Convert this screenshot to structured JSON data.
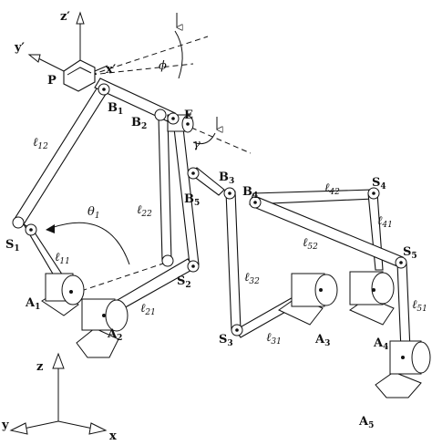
{
  "labels": {
    "z_prime": "z′",
    "y_prime": "y′",
    "x_prime": "x′",
    "P": "P",
    "phi": "ϕ",
    "gamma": "γ",
    "theta1": {
      "base": "θ",
      "sub": "1"
    },
    "E": "E",
    "B1": {
      "base": "B",
      "sub": "1"
    },
    "B2": {
      "base": "B",
      "sub": "2"
    },
    "B3": {
      "base": "B",
      "sub": "3"
    },
    "B4": {
      "base": "B",
      "sub": "4"
    },
    "B5": {
      "base": "B",
      "sub": "5"
    },
    "S1": {
      "base": "S",
      "sub": "1"
    },
    "S2": {
      "base": "S",
      "sub": "2"
    },
    "S3": {
      "base": "S",
      "sub": "3"
    },
    "S4": {
      "base": "S",
      "sub": "4"
    },
    "S5": {
      "base": "S",
      "sub": "5"
    },
    "A1": {
      "base": "A",
      "sub": "1"
    },
    "A2": {
      "base": "A",
      "sub": "2"
    },
    "A3": {
      "base": "A",
      "sub": "3"
    },
    "A4": {
      "base": "A",
      "sub": "4"
    },
    "A5": {
      "base": "A",
      "sub": "5"
    },
    "l11": {
      "base": "ℓ",
      "sub": "11"
    },
    "l12": {
      "base": "ℓ",
      "sub": "12"
    },
    "l21": {
      "base": "ℓ",
      "sub": "21"
    },
    "l22": {
      "base": "ℓ",
      "sub": "22"
    },
    "l31": {
      "base": "ℓ",
      "sub": "31"
    },
    "l32": {
      "base": "ℓ",
      "sub": "32"
    },
    "l41": {
      "base": "ℓ",
      "sub": "41"
    },
    "l42": {
      "base": "ℓ",
      "sub": "42"
    },
    "l51": {
      "base": "ℓ",
      "sub": "51"
    },
    "l52": {
      "base": "ℓ",
      "sub": "52"
    },
    "axis_x": "x",
    "axis_y": "y",
    "axis_z": "z"
  }
}
